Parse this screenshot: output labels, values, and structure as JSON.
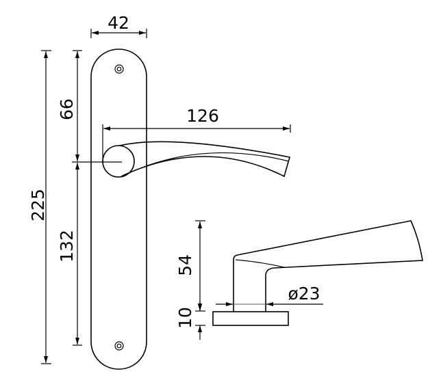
{
  "drawing": {
    "title": "Door lever handle on long backplate – dimensions",
    "dimensions": {
      "plate_width": "42",
      "plate_height": "225",
      "top_to_lever_axis": "66",
      "lever_axis_to_bottom": "132",
      "lever_length": "126",
      "lever_projection": "54",
      "rose_thickness": "10",
      "neck_diameter": "ø23"
    },
    "colors": {
      "line": "#000000",
      "background": "#ffffff"
    }
  }
}
